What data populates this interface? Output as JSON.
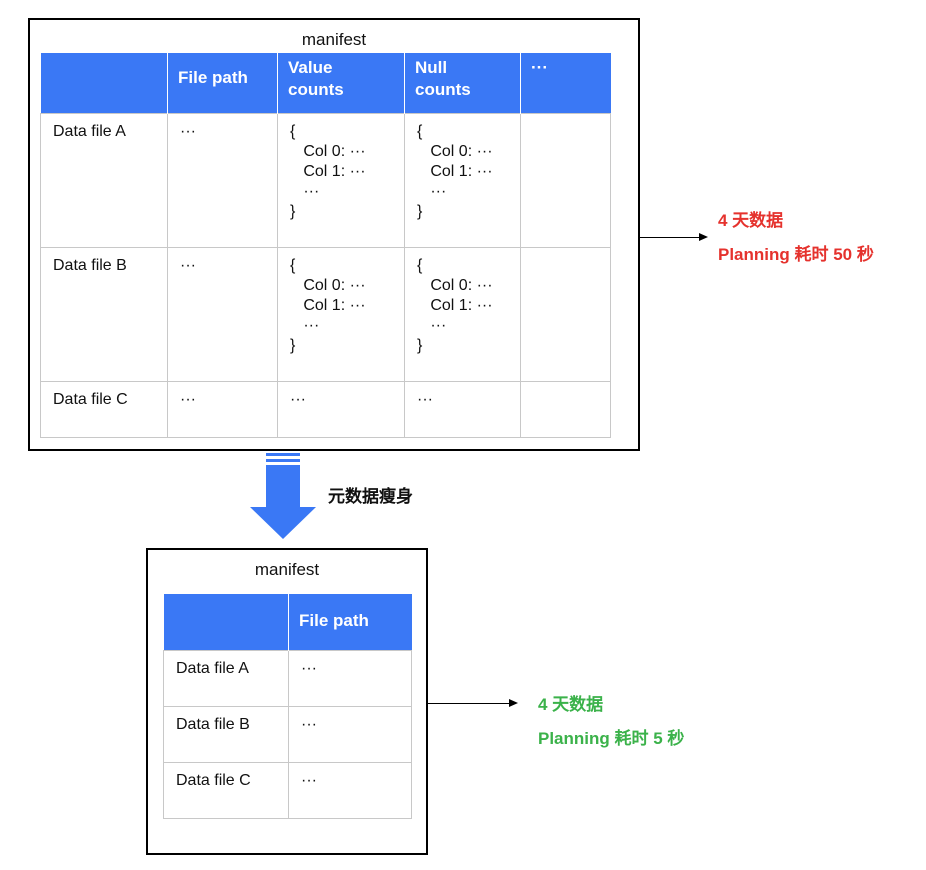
{
  "top": {
    "title": "manifest",
    "headers": [
      "",
      "File path",
      "Value\ncounts",
      "Null\ncounts",
      "···"
    ],
    "rows": [
      {
        "name": "Data file A",
        "path": "···",
        "value_counts": "{\n   Col 0: ···\n   Col 1: ···\n   ···\n}",
        "null_counts": "{\n   Col 0: ···\n   Col 1: ···\n   ···\n}"
      },
      {
        "name": "Data file B",
        "path": "···",
        "value_counts": "{\n   Col 0: ···\n   Col 1: ···\n   ···\n}",
        "null_counts": "{\n   Col 0: ···\n   Col 1: ···\n   ···\n}"
      },
      {
        "name": "Data file C",
        "path": "···",
        "value_counts": "···",
        "null_counts": "···"
      }
    ],
    "result_line1": "4 天数据",
    "result_line2": "Planning 耗时 50 秒",
    "result_color": "#e5322d"
  },
  "transition": {
    "label": "元数据瘦身",
    "arrow_color": "#3a78f5"
  },
  "bottom": {
    "title": "manifest",
    "headers": [
      "",
      "File path"
    ],
    "rows": [
      {
        "name": "Data file A",
        "path": "···"
      },
      {
        "name": "Data file B",
        "path": "···"
      },
      {
        "name": "Data file C",
        "path": "···"
      }
    ],
    "result_line1": "4 天数据",
    "result_line2": "Planning 耗时 5 秒",
    "result_color": "#3bb24a"
  },
  "header_color": "#3a78f5"
}
